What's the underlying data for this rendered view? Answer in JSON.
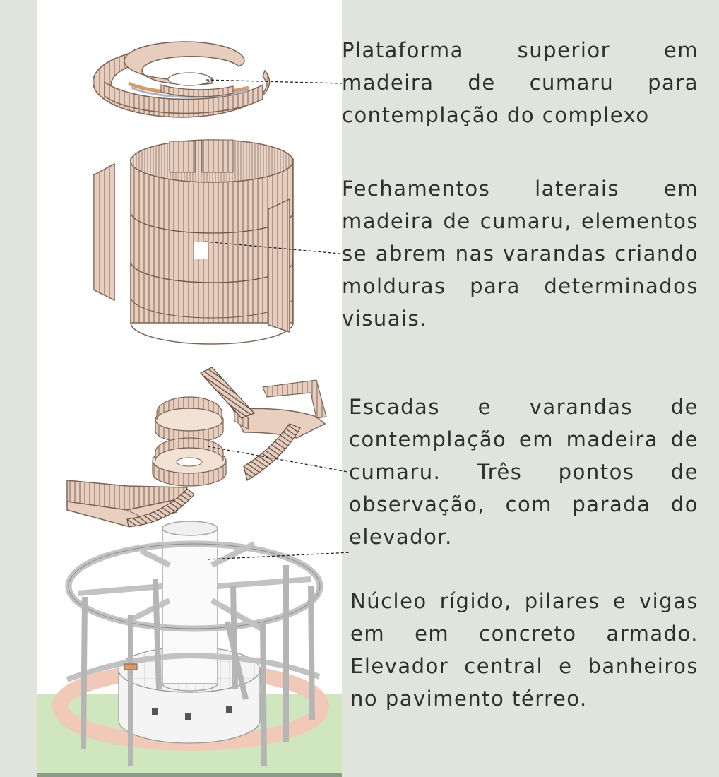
{
  "colors": {
    "page_background": "#e1e4dc",
    "panel_background": "#ffffff",
    "wood": "#e6cdbd",
    "wood_line": "#8e7565",
    "accent_orange": "#d99a6a",
    "concrete": "#c2c2c2",
    "ground": "#cfe6bf",
    "path": "#f0c9b8"
  },
  "captions": [
    {
      "id": "plataforma",
      "lines": [
        "Plataforma superior em",
        "madeira de cumaru para",
        "contemplação do complexo"
      ]
    },
    {
      "id": "fechamentos",
      "lines": [
        "Fechamentos laterais em",
        "madeira de cumaru, elementos",
        "se abrem nas varandas criando",
        "molduras para determinados",
        "visuais."
      ]
    },
    {
      "id": "escadas",
      "lines": [
        "Escadas e varandas de",
        "contemplação em madeira de",
        "cumaru. Três pontos de",
        "observação, com parada do",
        "elevador."
      ]
    },
    {
      "id": "nucleo",
      "lines": [
        "Núcleo rígido, pilares e vigas",
        "em em concreto armado.",
        "Elevador central e banheiros",
        "no pavimento térreo."
      ]
    }
  ]
}
